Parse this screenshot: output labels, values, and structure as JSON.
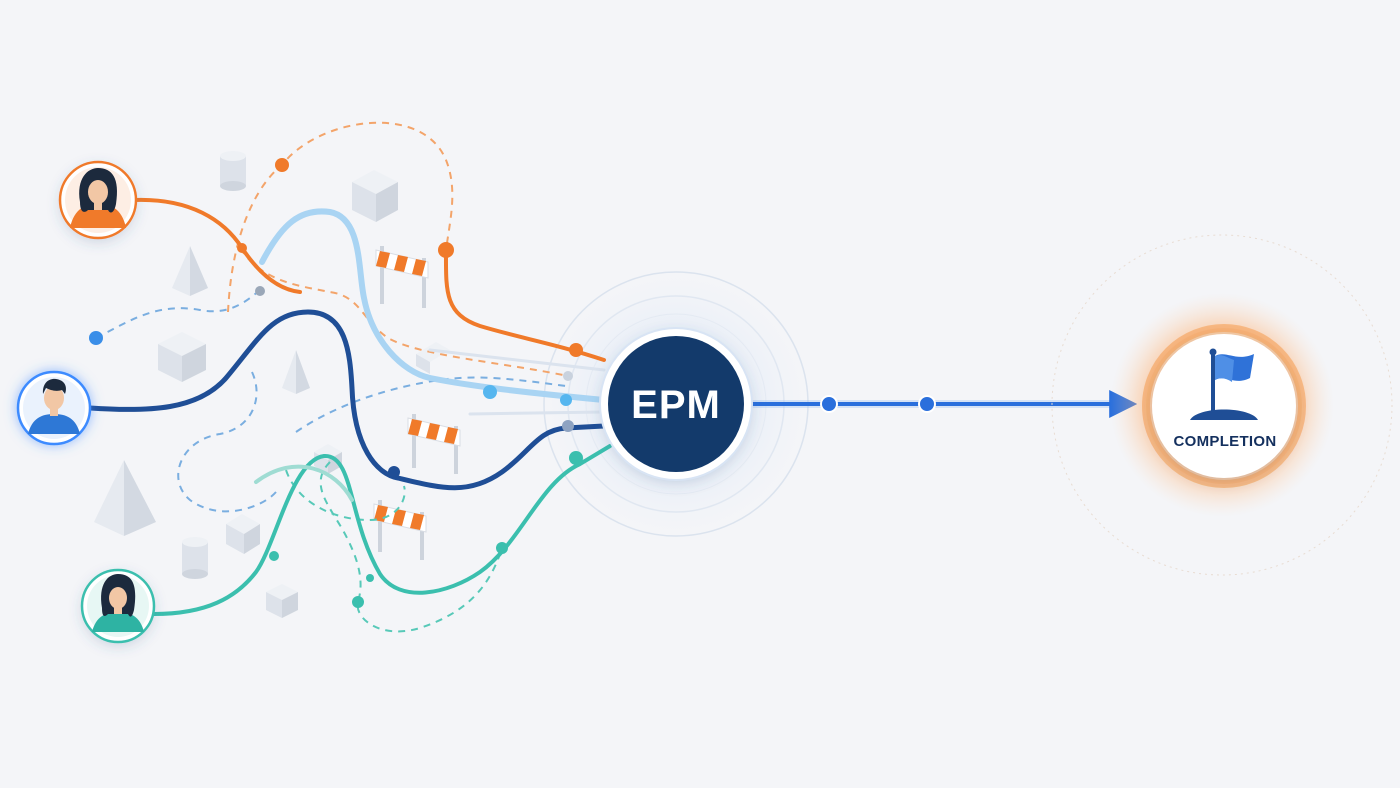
{
  "hub": {
    "label": "EPM"
  },
  "goal": {
    "label": "COMPLETION"
  },
  "colors": {
    "orange": "#f07a2a",
    "navy": "#1f4e96",
    "light_blue": "#7ec6ee",
    "teal": "#3bbfae",
    "hub_fill": "#133a6b",
    "arrow": "#2a6fdc",
    "flag": "#2f72d8"
  },
  "icons": {
    "users": [
      "person-orange-avatar",
      "person-blue-avatar",
      "person-teal-avatar"
    ],
    "goal": "flag-icon",
    "obstacles": [
      "barrier-icon",
      "cube-icon",
      "cylinder-icon",
      "pyramid-icon"
    ]
  }
}
